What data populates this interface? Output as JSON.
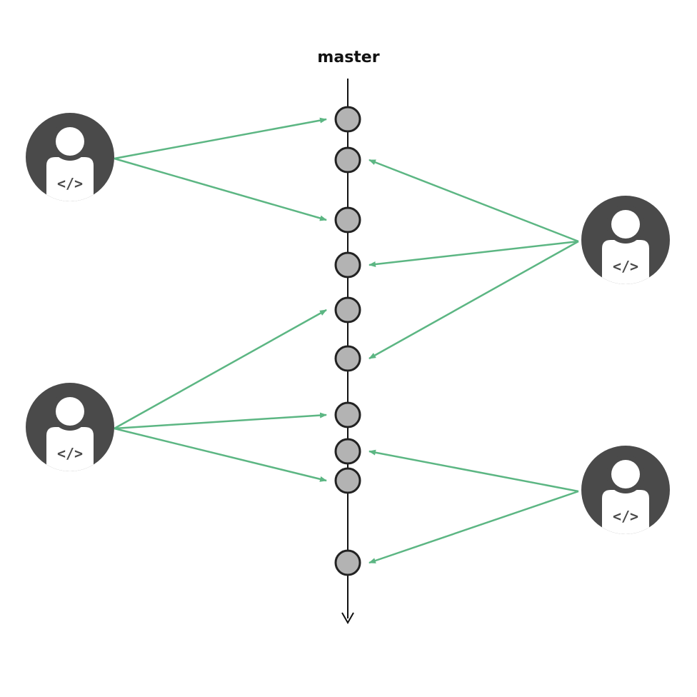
{
  "branch": {
    "label": "master"
  },
  "developers": [
    {
      "id": "dev-top-left",
      "icon": "developer-icon",
      "glyph": "</>"
    },
    {
      "id": "dev-bottom-left",
      "icon": "developer-icon",
      "glyph": "</>"
    },
    {
      "id": "dev-top-right",
      "icon": "developer-icon",
      "glyph": "</>"
    },
    {
      "id": "dev-bottom-right",
      "icon": "developer-icon",
      "glyph": "</>"
    }
  ],
  "commits": {
    "count": 10
  },
  "contributions": [
    {
      "developer": "dev-top-left",
      "commit": 1
    },
    {
      "developer": "dev-top-left",
      "commit": 3
    },
    {
      "developer": "dev-top-right",
      "commit": 2
    },
    {
      "developer": "dev-top-right",
      "commit": 4
    },
    {
      "developer": "dev-top-right",
      "commit": 6
    },
    {
      "developer": "dev-bottom-left",
      "commit": 5
    },
    {
      "developer": "dev-bottom-left",
      "commit": 7
    },
    {
      "developer": "dev-bottom-left",
      "commit": 9
    },
    {
      "developer": "dev-bottom-right",
      "commit": 8
    },
    {
      "developer": "dev-bottom-right",
      "commit": 10
    }
  ],
  "colors": {
    "arrow": "#5cb683",
    "commit_fill": "#b3b3b3",
    "commit_stroke": "#222222",
    "avatar": "#4a4a4a",
    "branch_line": "#111111"
  }
}
